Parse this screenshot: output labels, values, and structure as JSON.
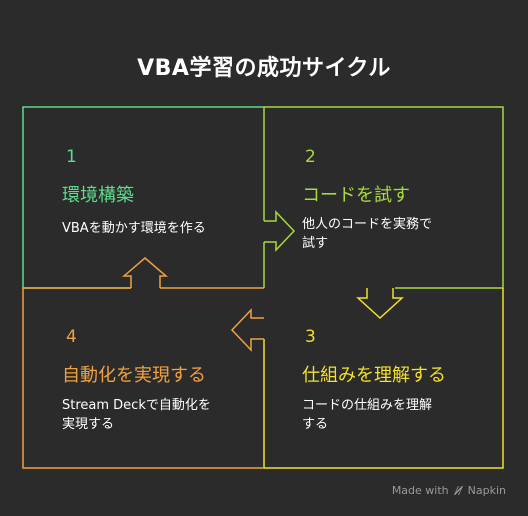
{
  "title": "VBA学習の成功サイクル",
  "quadrants": [
    {
      "num": "1",
      "heading": "環境構築",
      "desc": "VBAを動かす環境を作る",
      "color": "#5ddc8a"
    },
    {
      "num": "2",
      "heading": "コードを試す",
      "desc": "他人のコードを実務で\n試す",
      "color": "#a8d93e"
    },
    {
      "num": "3",
      "heading": "仕組みを理解する",
      "desc": "コードの仕組みを理解\nする",
      "color": "#f2df2e"
    },
    {
      "num": "4",
      "heading": "自動化を実現する",
      "desc": "Stream Deckで自動化を\n実現する",
      "color": "#f0a140"
    }
  ],
  "footer": {
    "made_with": "Made with",
    "brand": "Napkin"
  }
}
